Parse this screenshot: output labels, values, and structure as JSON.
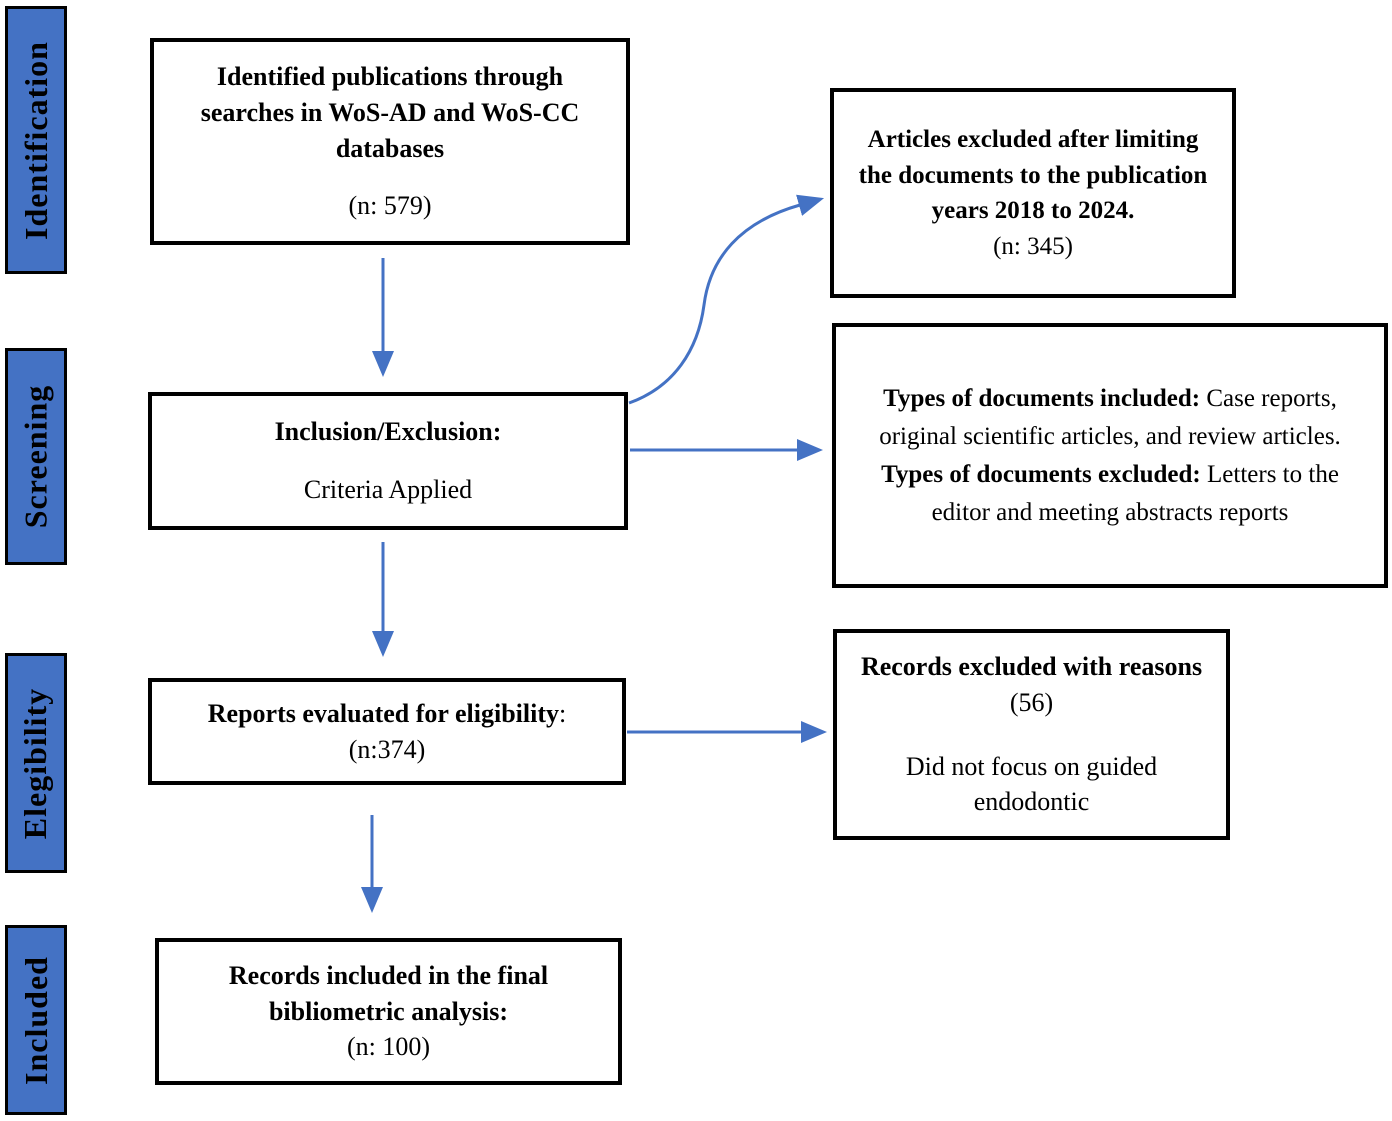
{
  "colors": {
    "stage_fill": "#4472C4",
    "arrow": "#4472C4",
    "box_border": "#000000",
    "box_background": "#FFFFFF"
  },
  "stages": [
    "Identification",
    "Screening",
    "Elegibility",
    "Included"
  ],
  "flow_boxes": [
    {
      "title": "Identified publications through searches in WoS-AD and WoS-CC databases",
      "count": "(n: 579)"
    },
    {
      "title": "Inclusion/Exclusion:",
      "subtitle": "Criteria Applied"
    },
    {
      "title": "Reports evaluated for eligibility",
      "title_suffix": ":",
      "count": "(n:374)"
    },
    {
      "title": "Records included in the final bibliometric analysis:",
      "count": "(n: 100)"
    }
  ],
  "side_boxes": [
    {
      "bold": "Articles excluded after limiting the documents to the publication years 2018 to 2024.",
      "count": "(n: 345)"
    },
    {
      "included_bold": "Types of documents included:",
      "included_text": " Case reports, original scientific articles, and review articles.",
      "excluded_bold": "Types of documents excluded:",
      "excluded_text": " Letters to the editor and meeting abstracts reports"
    },
    {
      "bold": "Records excluded with reasons",
      "count": " (56)",
      "body": "Did not focus on guided endodontic"
    }
  ]
}
